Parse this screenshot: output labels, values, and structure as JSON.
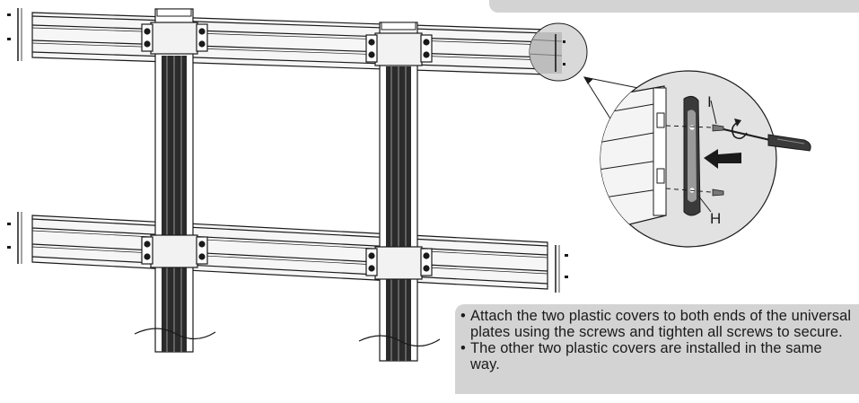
{
  "labels": {
    "screw_top": "I",
    "screw_bottom": "H"
  },
  "instructions": [
    "Attach the two plastic covers to both ends of the universal plates using the screws and tighten all screws to secure.",
    "The other two plastic covers are installed in the same way."
  ],
  "bullet_symbol": "•",
  "colors": {
    "ink": "#1a1a1a",
    "note_bg": "#d3d3d3",
    "post_fill": "#2b2b2b",
    "rail_fill": "#f4f4f4"
  }
}
